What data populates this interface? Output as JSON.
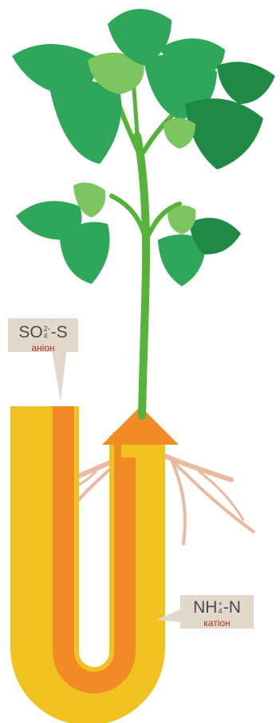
{
  "colors": {
    "leaf_dark": "#1e8a45",
    "leaf_mid": "#2fa75a",
    "leaf_light": "#7dc55f",
    "stem": "#56b33a",
    "root": "#e9b9a0",
    "tube_outer": "#f0c21f",
    "tube_inner": "#f28a25",
    "callout_bg": "#e2d8cc",
    "label_red": "#b8322c"
  },
  "anion": {
    "base": "SO",
    "subscript": "4",
    "superscript": "2-",
    "suffix": "-S",
    "kind": "аніон"
  },
  "cation": {
    "base": "NH",
    "subscript": "4",
    "superscript": "+",
    "suffix": "-N",
    "kind": "катіон"
  }
}
